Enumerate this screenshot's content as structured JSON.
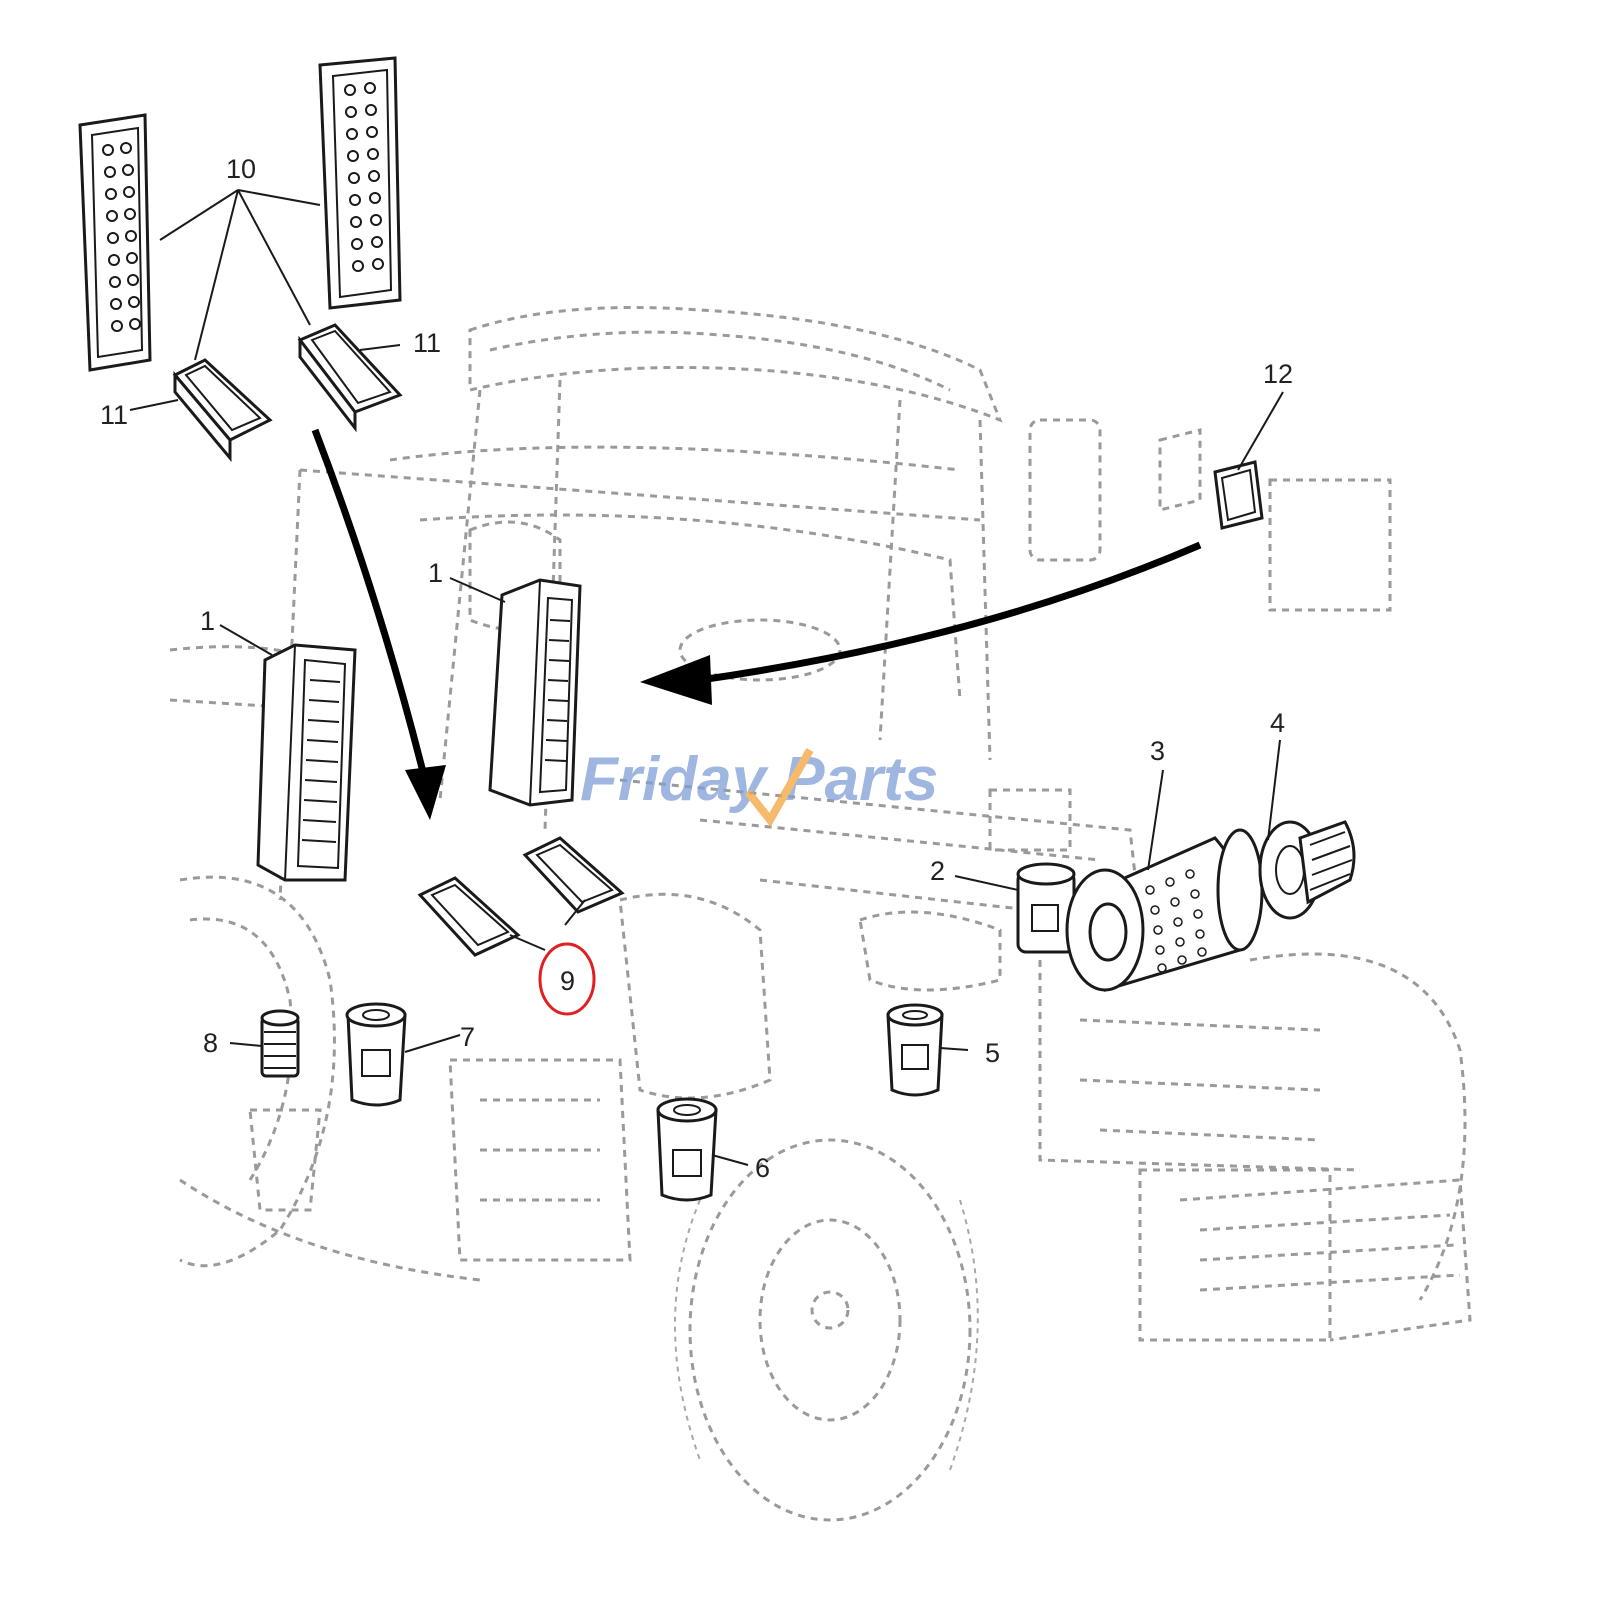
{
  "diagram": {
    "callouts": [
      {
        "id": "1a",
        "text": "1"
      },
      {
        "id": "1b",
        "text": "1"
      },
      {
        "id": "2",
        "text": "2"
      },
      {
        "id": "3",
        "text": "3"
      },
      {
        "id": "4",
        "text": "4"
      },
      {
        "id": "5",
        "text": "5"
      },
      {
        "id": "6",
        "text": "6"
      },
      {
        "id": "7",
        "text": "7"
      },
      {
        "id": "8",
        "text": "8"
      },
      {
        "id": "9",
        "text": "9"
      },
      {
        "id": "10",
        "text": "10"
      },
      {
        "id": "11a",
        "text": "11"
      },
      {
        "id": "11b",
        "text": "11"
      },
      {
        "id": "12",
        "text": "12"
      }
    ],
    "highlighted_callout": "9",
    "highlight_color": "#e02020"
  },
  "watermark": {
    "text": "Friday Parts",
    "color": "#7f9ed8",
    "accent": "#f2a33a"
  }
}
